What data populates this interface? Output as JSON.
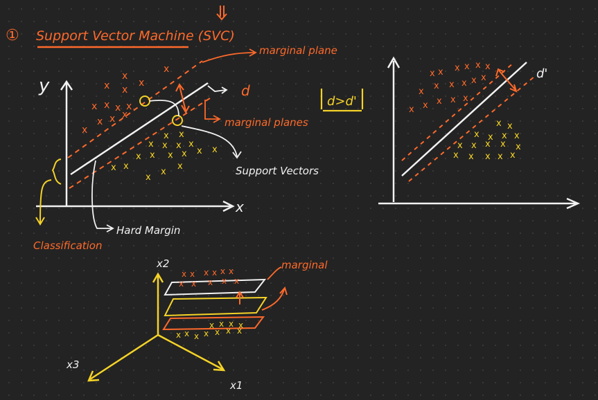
{
  "notes": {
    "section_number": "①",
    "title": "Support Vector Machine (SVC)",
    "labels": {
      "marginal_plane": "marginal plane",
      "d": "d",
      "marginal_planes": "marginal planes",
      "support_vectors": "Support Vectors",
      "hard_margin": "Hard Margin",
      "classification": "Classification",
      "y_axis": "y",
      "x_axis": "x",
      "compare": "d>d'",
      "d_prime": "d'",
      "x2": "x2",
      "x3": "x3",
      "x1": "x1",
      "marginal_3d": "marginal"
    }
  },
  "colors": {
    "background": "#232323",
    "white": "#f2f2f2",
    "orange": "#ff6a2b",
    "yellow": "#f5d327"
  }
}
